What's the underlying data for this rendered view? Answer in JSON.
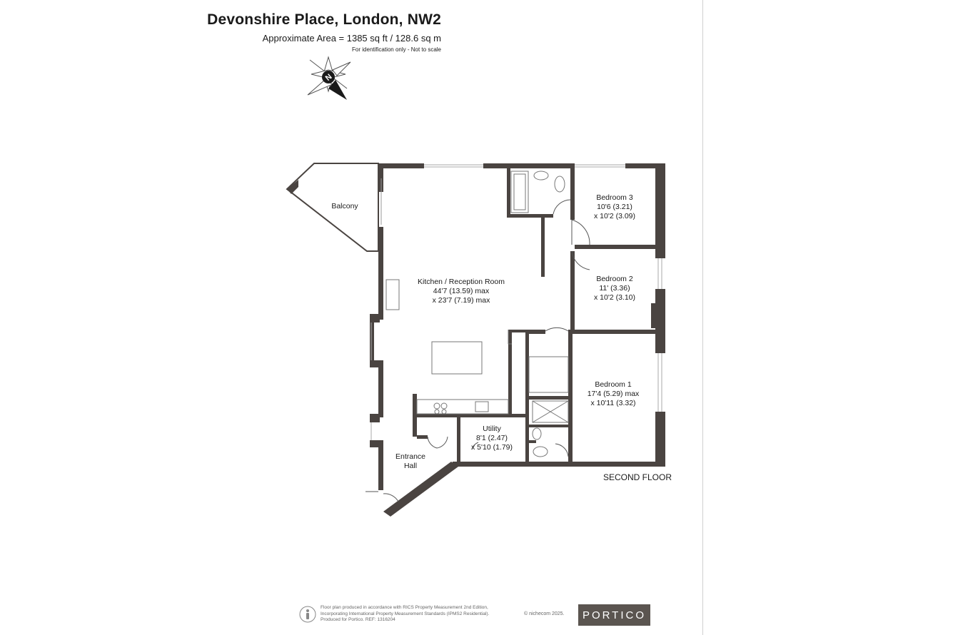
{
  "header": {
    "title": "Devonshire Place, London, NW2",
    "area": "Approximate Area = 1385 sq ft / 128.6 sq m",
    "note": "For identification only - Not to scale"
  },
  "compass": {
    "label": "N",
    "icon": "compass-icon"
  },
  "rooms": {
    "balcony": {
      "name": "Balcony"
    },
    "kitchen": {
      "name": "Kitchen / Reception Room",
      "dim1": "44'7 (13.59) max",
      "dim2": "x 23'7 (7.19) max"
    },
    "bedroom3": {
      "name": "Bedroom 3",
      "dim1": "10'6 (3.21)",
      "dim2": "x 10'2 (3.09)"
    },
    "bedroom2": {
      "name": "Bedroom 2",
      "dim1": "11' (3.36)",
      "dim2": "x 10'2 (3.10)"
    },
    "bedroom1": {
      "name": "Bedroom 1",
      "dim1": "17'4 (5.29) max",
      "dim2": "x 10'11 (3.32)"
    },
    "utility": {
      "name": "Utility",
      "dim1": "8'1 (2.47)",
      "dim2": "x 5'10 (1.79)"
    },
    "entrance": {
      "name1": "Entrance",
      "name2": "Hall"
    }
  },
  "floor_label": "SECOND FLOOR",
  "footer": {
    "line1": "Floor plan produced in accordance with RICS Property Measurement 2nd Edition,",
    "line2": "Incorporating International Property Measurement Standards (IPMS2 Residential).",
    "line3": "Produced for Portico.   REF: 1316204",
    "copyright": "© nichecom 2025.",
    "brand": "PORTICO"
  },
  "colors": {
    "wall": "#4a4441",
    "brand_bg": "#5b5550"
  }
}
